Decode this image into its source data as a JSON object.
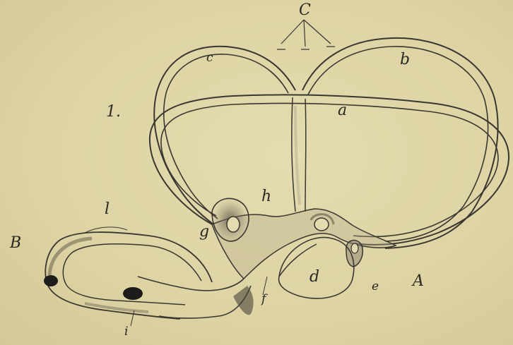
{
  "labels": {
    "figure_number": "1.",
    "C": "C",
    "c": "c",
    "b": "b",
    "a": "a",
    "h": "h",
    "g": "g",
    "d": "d",
    "e": "e",
    "A": "A",
    "f": "f",
    "B": "B",
    "l": "l",
    "i": "i"
  },
  "colors": {
    "paper": "#ded5a6",
    "ink": "#3a3630",
    "shadow": "#6b6355",
    "dark_spot": "#1e1c1a"
  }
}
